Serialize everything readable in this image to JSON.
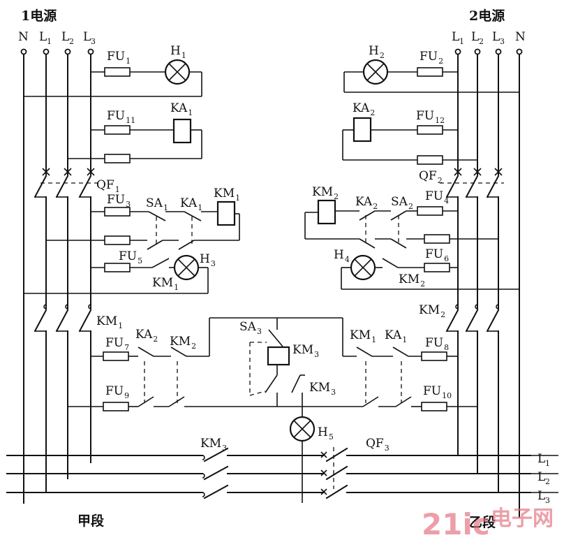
{
  "labels": {
    "src1_title": "1电源",
    "src2_title": "2电源",
    "segment_left": "甲段",
    "segment_right": "乙段",
    "watermark_digits": "21ic",
    "watermark_text": "电子网",
    "phase": {
      "n": "N",
      "l": "L",
      "s1": "1",
      "s2": "2",
      "s3": "3"
    },
    "components": [
      {
        "id": "FU1",
        "base": "FU",
        "sub": "1"
      },
      {
        "id": "H1",
        "base": "H",
        "sub": "1"
      },
      {
        "id": "FU11",
        "base": "FU",
        "sub": "11"
      },
      {
        "id": "KA1",
        "base": "KA",
        "sub": "1"
      },
      {
        "id": "H2",
        "base": "H",
        "sub": "2"
      },
      {
        "id": "FU2",
        "base": "FU",
        "sub": "2"
      },
      {
        "id": "KA2",
        "base": "KA",
        "sub": "2"
      },
      {
        "id": "FU12",
        "base": "FU",
        "sub": "12"
      },
      {
        "id": "QF1",
        "base": "QF",
        "sub": "1"
      },
      {
        "id": "QF2",
        "base": "QF",
        "sub": "2"
      },
      {
        "id": "FU3",
        "base": "FU",
        "sub": "3"
      },
      {
        "id": "SA1",
        "base": "SA",
        "sub": "1"
      },
      {
        "id": "KA1b",
        "base": "KA",
        "sub": "1"
      },
      {
        "id": "KM1",
        "base": "KM",
        "sub": "1"
      },
      {
        "id": "FU5",
        "base": "FU",
        "sub": "5"
      },
      {
        "id": "H3",
        "base": "H",
        "sub": "3"
      },
      {
        "id": "KM1b",
        "base": "KM",
        "sub": "1"
      },
      {
        "id": "KM2",
        "base": "KM",
        "sub": "2"
      },
      {
        "id": "KA2b",
        "base": "KA",
        "sub": "2"
      },
      {
        "id": "SA2",
        "base": "SA",
        "sub": "2"
      },
      {
        "id": "FU4",
        "base": "FU",
        "sub": "4"
      },
      {
        "id": "FU6",
        "base": "FU",
        "sub": "6"
      },
      {
        "id": "H4",
        "base": "H",
        "sub": "4"
      },
      {
        "id": "KM2b",
        "base": "KM",
        "sub": "2"
      },
      {
        "id": "KM1c",
        "base": "KM",
        "sub": "1"
      },
      {
        "id": "KM2c",
        "base": "KM",
        "sub": "2"
      },
      {
        "id": "FU7",
        "base": "FU",
        "sub": "7"
      },
      {
        "id": "KA2c",
        "base": "KA",
        "sub": "2"
      },
      {
        "id": "KM2d",
        "base": "KM",
        "sub": "2"
      },
      {
        "id": "SA3",
        "base": "SA",
        "sub": "3"
      },
      {
        "id": "KM3",
        "base": "KM",
        "sub": "3"
      },
      {
        "id": "KM3b",
        "base": "KM",
        "sub": "3"
      },
      {
        "id": "KM1d",
        "base": "KM",
        "sub": "1"
      },
      {
        "id": "KA1c",
        "base": "KA",
        "sub": "1"
      },
      {
        "id": "FU8",
        "base": "FU",
        "sub": "8"
      },
      {
        "id": "FU9",
        "base": "FU",
        "sub": "9"
      },
      {
        "id": "FU10",
        "base": "FU",
        "sub": "10"
      },
      {
        "id": "H5",
        "base": "H",
        "sub": "5"
      },
      {
        "id": "KM3c",
        "base": "KM",
        "sub": "3"
      },
      {
        "id": "QF3",
        "base": "QF",
        "sub": "3"
      }
    ]
  }
}
